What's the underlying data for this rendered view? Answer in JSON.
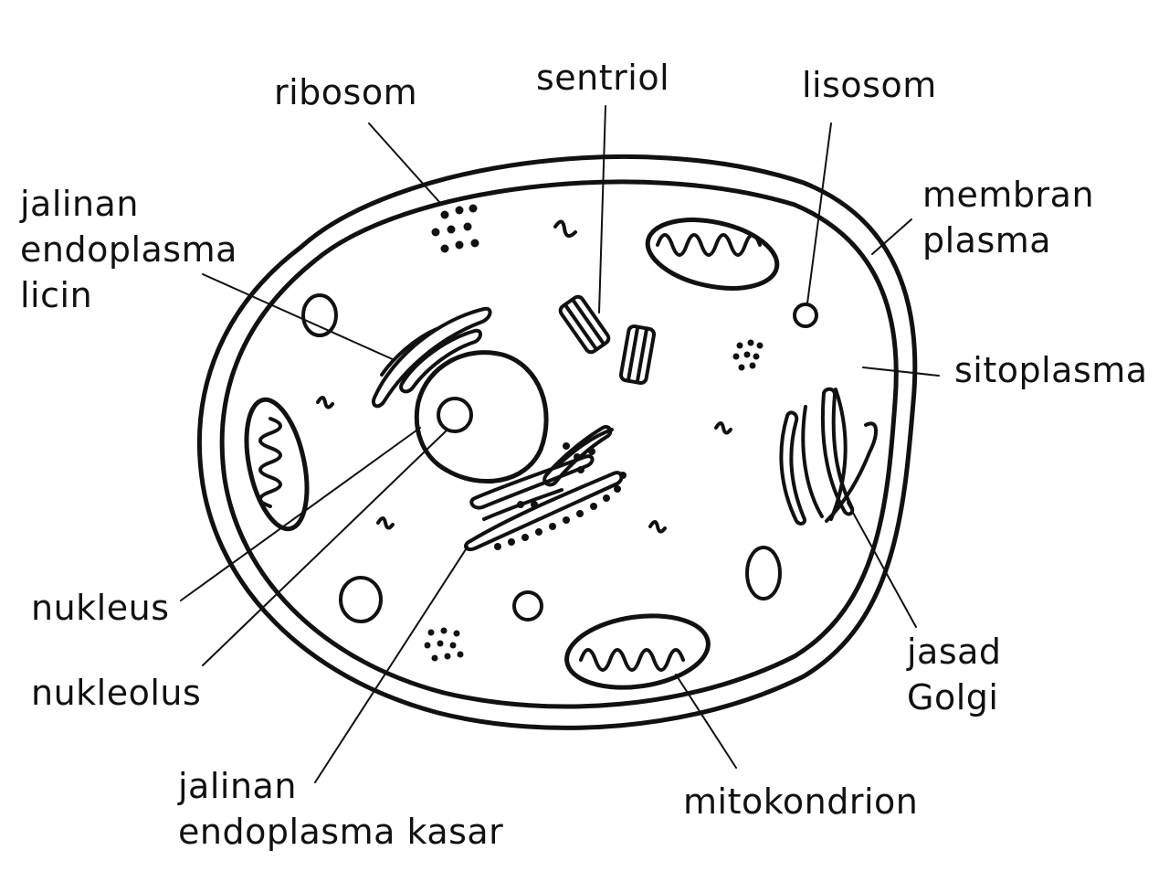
{
  "labels": {
    "ribosom": "ribosom",
    "sentriol": "sentriol",
    "lisosom": "lisosom",
    "membran": [
      "membran",
      "plasma"
    ],
    "jalinan_licin": [
      "jalinan",
      "endoplasma",
      "licin"
    ],
    "sitoplasma": "sitoplasma",
    "nukleus": "nukleus",
    "nukleolus": "nukleolus",
    "jasad_golgi": [
      "jasad",
      "Golgi"
    ],
    "jalinan_kasar": [
      "jalinan",
      "endoplasma kasar"
    ],
    "mitokondrion": "mitokondrion"
  },
  "colors": {
    "ink": "#111111",
    "background": "#ffffff"
  }
}
